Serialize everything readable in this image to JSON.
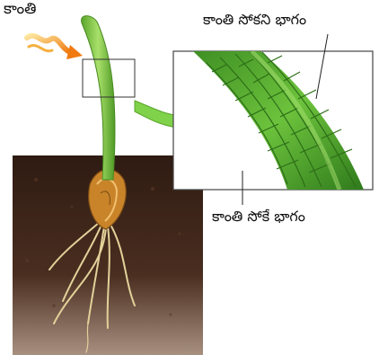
{
  "labels": {
    "light": "కాంతి",
    "unlit_side": "కాంతి సోకని భాగం",
    "lit_side": "కాంతి సోకే భాగం"
  },
  "colors": {
    "soil": "#3a2418",
    "stem": "#8ccf4a",
    "zoom_cells": "#4a9a2a",
    "light_arrow": "#f08a1c",
    "roots": "#e2d29a"
  }
}
